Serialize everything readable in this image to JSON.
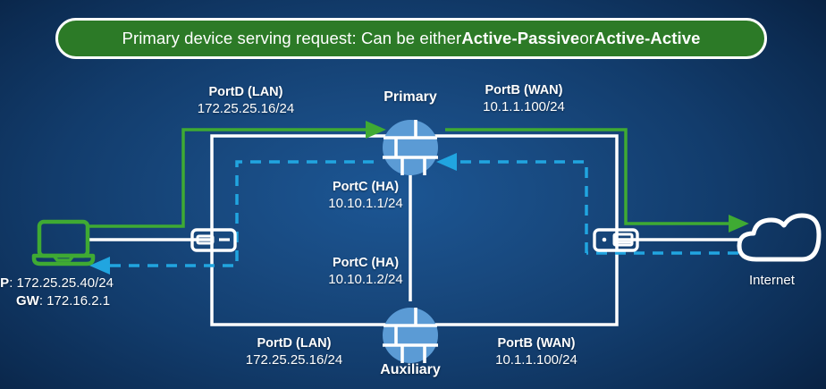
{
  "banner": {
    "prefix": "Primary device serving request: Can be either ",
    "bold1": "Active-Passive",
    "middle": " or ",
    "bold2": "Active-Active"
  },
  "colors": {
    "banner_green": "#2c7a27",
    "path_green": "#3faa33",
    "path_blue_dashed": "#21a5e0",
    "path_white": "#ffffff",
    "device_blue": "#5b9bd5",
    "bg_dark": "#071d3a",
    "bg_light": "#1c5694"
  },
  "devices": {
    "primary": {
      "name": "Primary",
      "icon": "firewall-icon"
    },
    "auxiliary": {
      "name": "Auxiliary",
      "icon": "firewall-icon"
    },
    "laptop": {
      "icon": "laptop-icon"
    },
    "cloud": {
      "icon": "cloud-icon",
      "label": "Internet"
    },
    "switch_left": {
      "icon": "switch-icon"
    },
    "switch_right": {
      "icon": "switch-icon"
    }
  },
  "labels": {
    "primary_lan": {
      "port": "PortD (LAN)",
      "ip": "172.25.25.16/24"
    },
    "primary_wan": {
      "port": "PortB (WAN)",
      "ip": "10.1.1.100/24"
    },
    "primary_ha": {
      "port": "PortC (HA)",
      "ip": "10.10.1.1/24"
    },
    "auxiliary_ha": {
      "port": "PortC (HA)",
      "ip": "10.10.1.2/24"
    },
    "auxiliary_lan": {
      "port": "PortD (LAN)",
      "ip": "172.25.25.16/24"
    },
    "auxiliary_wan": {
      "port": "PortB (WAN)",
      "ip": "10.1.1.100/24"
    }
  },
  "host": {
    "ip_key": "IP",
    "ip_value": ": 172.25.25.40/24",
    "gw_key": "GW",
    "gw_value": ": 172.16.2.1"
  }
}
